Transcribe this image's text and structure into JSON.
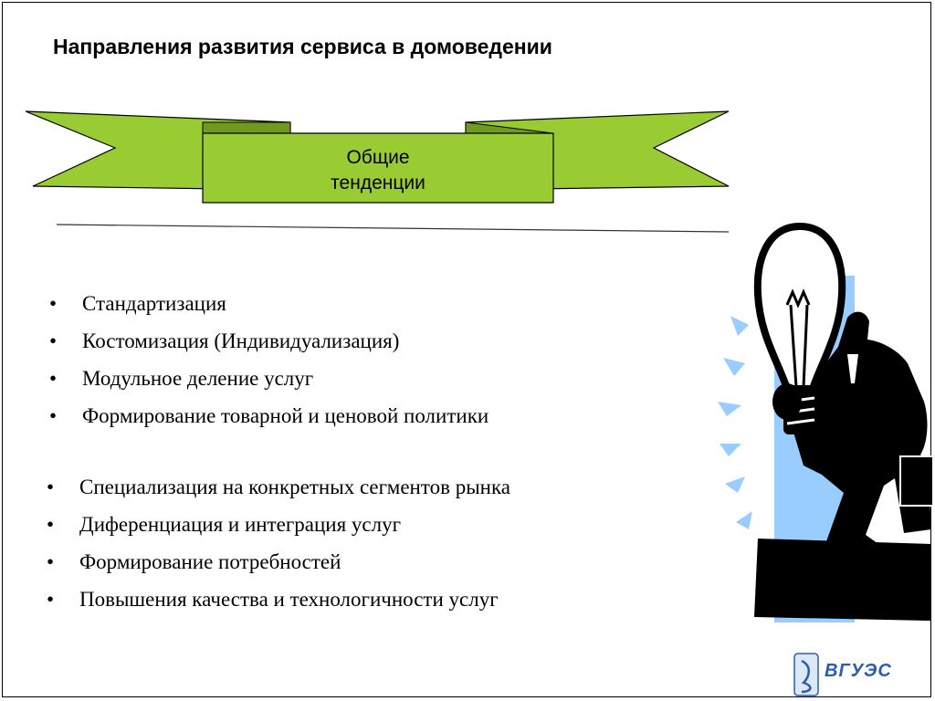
{
  "slide": {
    "title": "Направления развития сервиса в домоведении",
    "banner": {
      "line1": "Общие",
      "line2": "тенденции",
      "color": "#99cc33"
    },
    "bullet_symbol": "•",
    "list_group_1": [
      "Стандартизация",
      "Костомизация (Индивидуализация)",
      "Модульное деление услуг",
      "Формирование товарной и ценовой политики"
    ],
    "list_group_2": [
      "Специализация на конкретных сегментов рынка",
      "Диференциация и интеграция услуг",
      "Формирование потребностей",
      "Повышения качества и технологичности услуг"
    ],
    "illustration": {
      "icon": "businessman-lightbulb-icon",
      "accent_color": "#99ccff"
    },
    "logo": {
      "text": "ВГУЭС",
      "color": "#2a5db0"
    }
  }
}
